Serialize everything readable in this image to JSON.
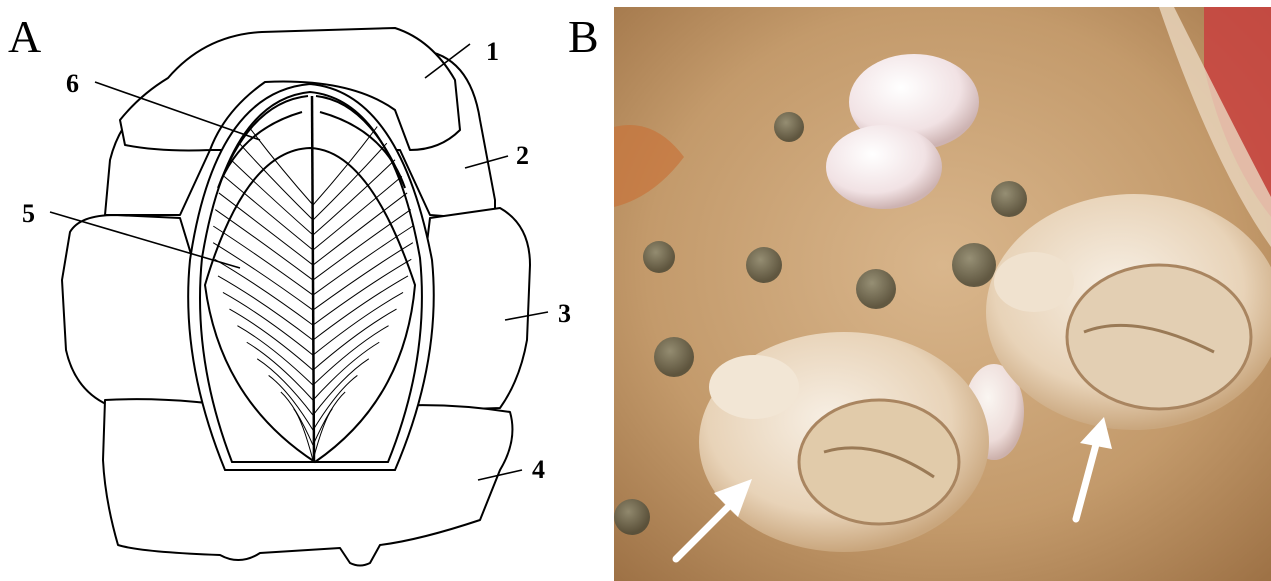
{
  "panels": {
    "a": {
      "letter": "A"
    },
    "b": {
      "letter": "B"
    }
  },
  "callouts": [
    "1",
    "2",
    "3",
    "4",
    "5",
    "6"
  ],
  "colors": {
    "line": "#000000",
    "photo_background": "#c9a277",
    "shell_plate": "#efe1cf",
    "arrow": "#ffffff",
    "gastropod_shell": "#f4e8ea"
  }
}
